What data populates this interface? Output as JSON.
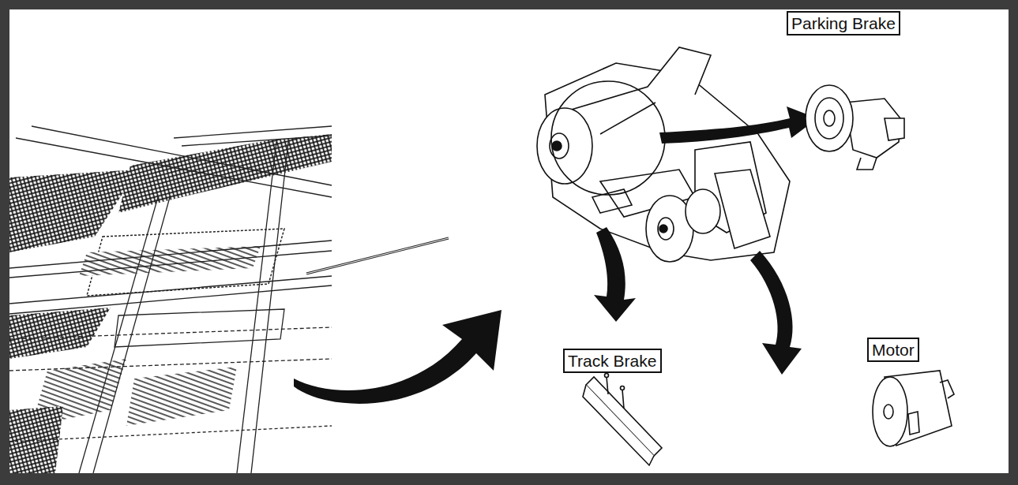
{
  "diagram": {
    "nodes": [
      {
        "text": [
          "Parking Brake"
        ]
      },
      {
        "text": [
          "Track Brake"
        ]
      },
      {
        "text": [
          "Motor"
        ]
      }
    ]
  }
}
